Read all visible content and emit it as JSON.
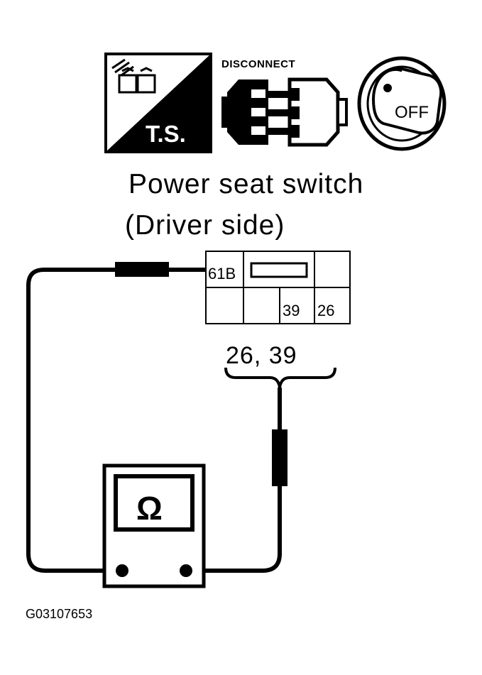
{
  "icons": {
    "trouble_shooting_label": "T.S.",
    "disconnect_label": "DISCONNECT",
    "ignition_label": "OFF"
  },
  "component": {
    "title_line1": "Power seat switch",
    "title_line2": "(Driver side)"
  },
  "connector": {
    "id": "61B",
    "terminals": [
      "39",
      "26"
    ]
  },
  "probe_terminals": "26, 39",
  "meter_symbol": "Ω",
  "figure_code": "G03107653"
}
